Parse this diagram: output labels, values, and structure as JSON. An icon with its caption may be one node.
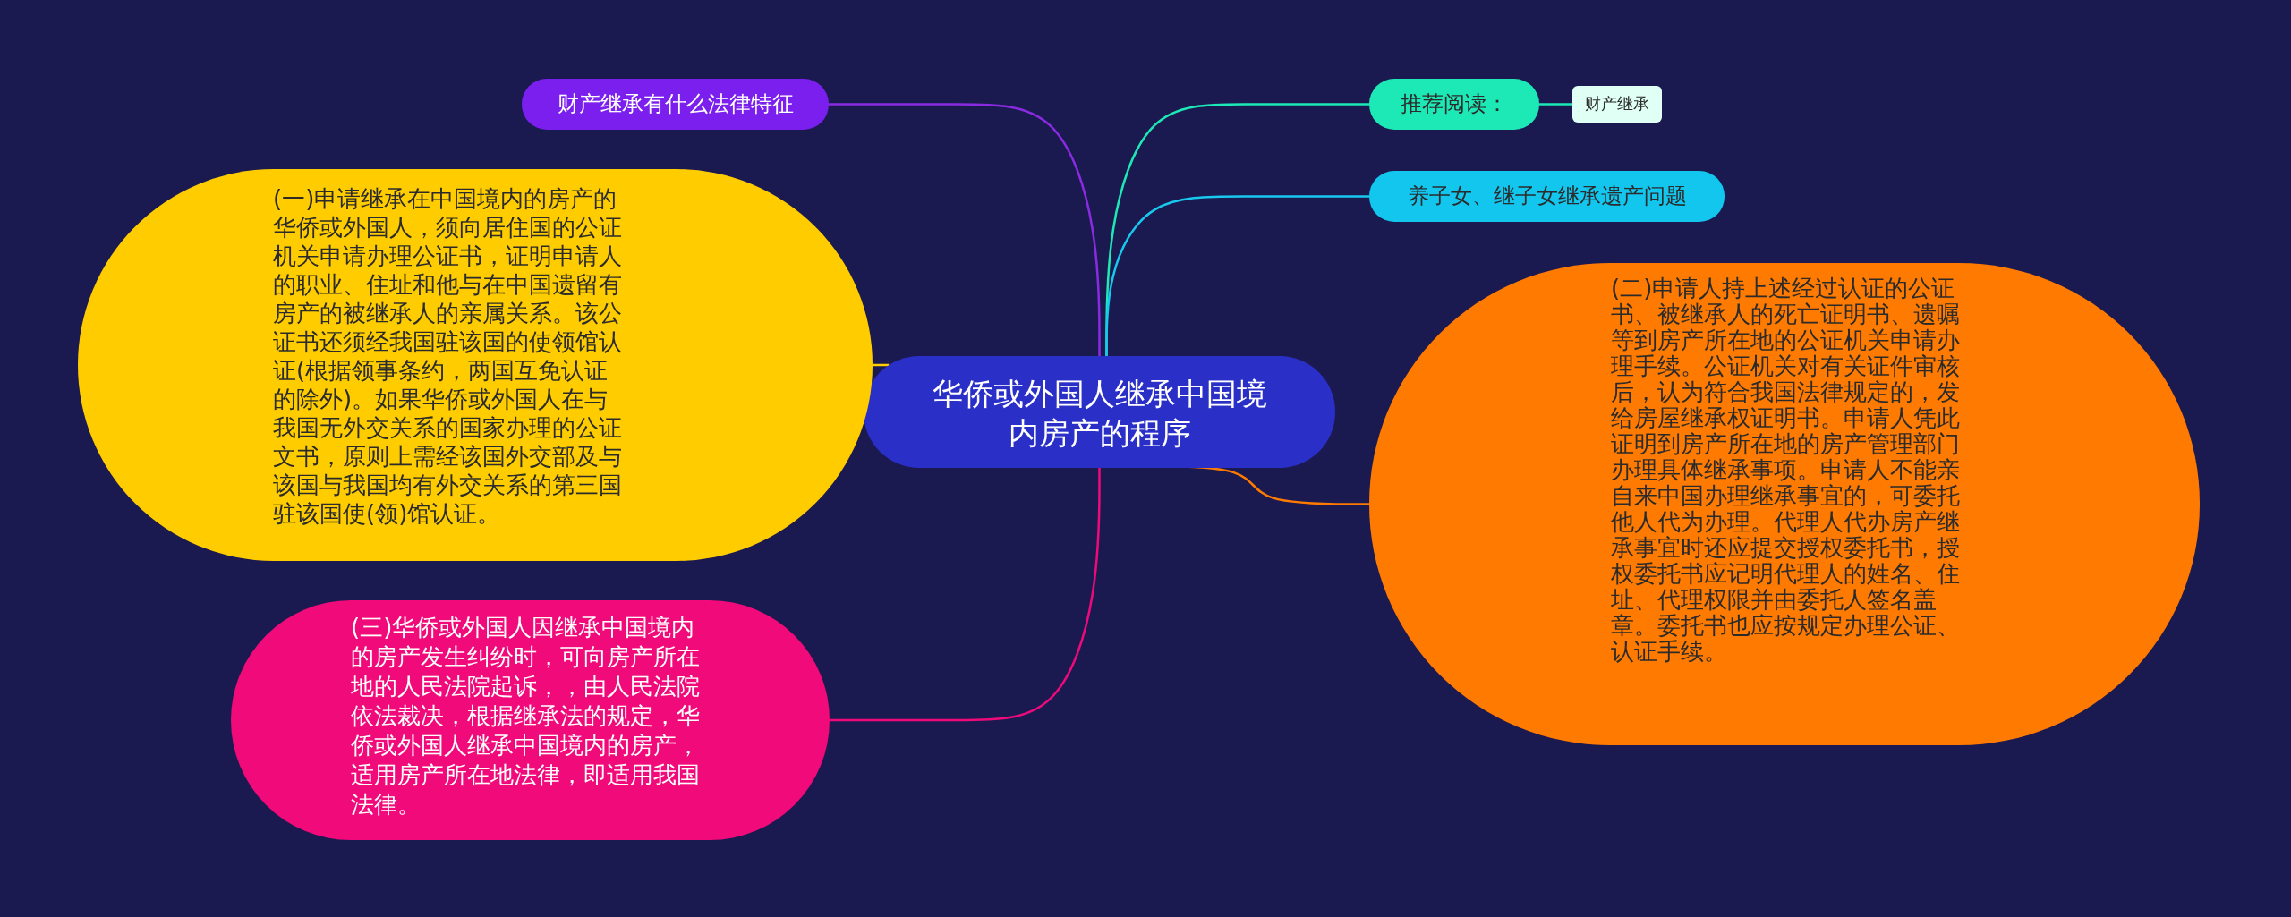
{
  "diagram": {
    "nodes": [
      {
        "text": [
          "华侨或外国人继承中国境内房产的程序"
        ]
      },
      {
        "text": [
          "财产继承有什么法律特征"
        ]
      },
      {
        "text": [
          "(一)申请继承在中国境内的房产的华侨或外国人，须向居住国的公证机关申请办理公证书，证明申请人的职业、住址和他与在中国遗留有房产的被继承人的亲属关系。该公证书还须经我国驻该国的使领馆认证(根据领事条约，两国互免认证的除外)。如果华侨或外国人在与我国无外交关系的国家办理的公证文书，原则上需经该国外交部及与该国与我国均有外交关系的第三国驻该国使(领)馆认证。"
        ]
      },
      {
        "text": [
          "(三)华侨或外国人因继承中国境内的房产发生纠纷时，可向房产所在地的人民法院起诉，，由人民法院依法裁决，根据继承法的规定，华侨或外国人继承中国境内的房产，适用房产所在地法律，即适用我国法律。"
        ]
      },
      {
        "text": [
          "推荐阅读："
        ]
      },
      {
        "text": [
          "财产继承"
        ]
      },
      {
        "text": [
          "养子女、继子女继承遗产问题"
        ]
      },
      {
        "text": [
          "(二)申请人持上述经过认证的公证书、被继承人的死亡证明书、遗嘱等到房产所在地的公证机关申请办理手续。公证机关对有关证件审核后，认为符合我国法律规定的，发给房屋继承权证明书。申请人凭此证明到房产所在地的房产管理部门办理具体继承事项。申请人不能亲自来中国办理继承事宜的，可委托他人代为办理。代理人代办房产继承事宜时还应提交授权委托书，授权委托书应记明代理人的姓名、住址、代理权限并由委托人签名盖章。委托书也应按规定办理公证、认证手续。"
        ]
      }
    ],
    "edges": [
      {
        "from": 0,
        "to": 1,
        "arrow": "none",
        "color": "#8a2be2"
      },
      {
        "from": 0,
        "to": 2,
        "arrow": "none",
        "color": "#ffcc00"
      },
      {
        "from": 0,
        "to": 3,
        "arrow": "none",
        "color": "#ee0a7a"
      },
      {
        "from": 0,
        "to": 4,
        "arrow": "none",
        "color": "#1de9b6"
      },
      {
        "from": 4,
        "to": 5,
        "arrow": "none",
        "color": "#1de9b6"
      },
      {
        "from": 0,
        "to": 6,
        "arrow": "none",
        "color": "#18c8ee"
      },
      {
        "from": 0,
        "to": 7,
        "arrow": "none",
        "color": "#ff7a00"
      }
    ]
  }
}
